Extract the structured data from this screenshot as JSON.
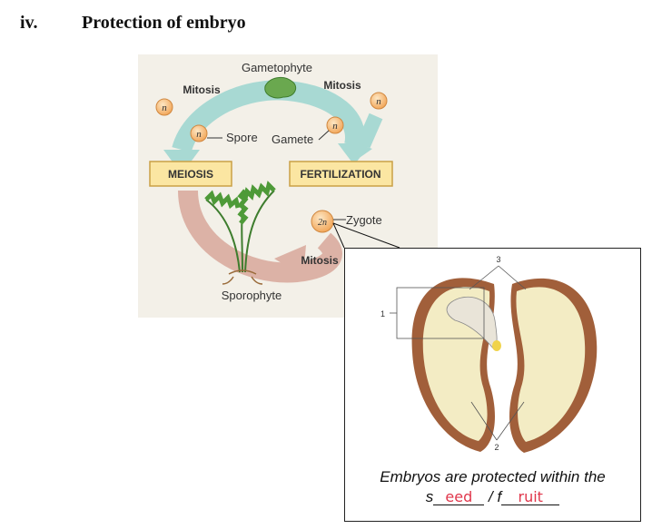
{
  "heading": {
    "number": "iv.",
    "title": "Protection of embryo"
  },
  "lifecycle": {
    "top_label": "Gametophyte",
    "mitosis_left": "Mitosis",
    "mitosis_right": "Mitosis",
    "mitosis_bottom": "Mitosis",
    "spore": "Spore",
    "gamete": "Gamete",
    "meiosis": "MEIOSIS",
    "fertilization": "FERTILIZATION",
    "zygote": "Zygote",
    "sporophyte": "Sporophyte",
    "haploid": "n",
    "diploid": "2n"
  },
  "seed_figure": {
    "label_1": "1",
    "label_2": "2",
    "label_3": "3",
    "caption_line1": "Embryos are protected within the",
    "caption_s": "s",
    "caption_seed_answer": "eed",
    "caption_sep": "/ f",
    "caption_fruit_answer": "ruit"
  }
}
